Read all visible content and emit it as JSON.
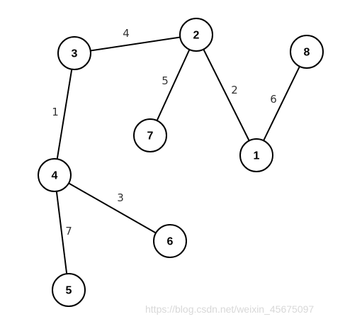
{
  "graph": {
    "nodes": [
      {
        "id": "1",
        "label": "1"
      },
      {
        "id": "2",
        "label": "2"
      },
      {
        "id": "3",
        "label": "3"
      },
      {
        "id": "4",
        "label": "4"
      },
      {
        "id": "5",
        "label": "5"
      },
      {
        "id": "6",
        "label": "6"
      },
      {
        "id": "7",
        "label": "7"
      },
      {
        "id": "8",
        "label": "8"
      }
    ],
    "edges": [
      {
        "from": "3",
        "to": "2",
        "weight": "4"
      },
      {
        "from": "2",
        "to": "7",
        "weight": "5"
      },
      {
        "from": "2",
        "to": "1",
        "weight": "2"
      },
      {
        "from": "8",
        "to": "1",
        "weight": "6"
      },
      {
        "from": "3",
        "to": "4",
        "weight": "1"
      },
      {
        "from": "4",
        "to": "6",
        "weight": "3"
      },
      {
        "from": "4",
        "to": "5",
        "weight": "7"
      }
    ]
  },
  "watermark": "https://blog.csdn.net/weixin_45675097"
}
